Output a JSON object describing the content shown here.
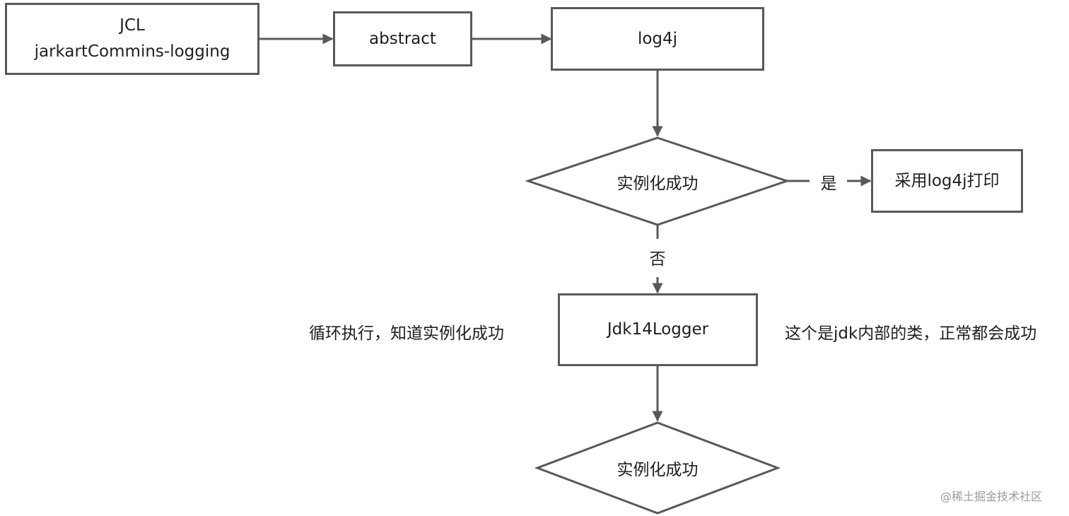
{
  "nodes": {
    "jcl": {
      "line1": "JCL",
      "line2": "jarkartCommins-logging"
    },
    "abstract": {
      "label": "abstract"
    },
    "log4j": {
      "label": "log4j"
    },
    "decision1": {
      "label": "实例化成功"
    },
    "use_log4j": {
      "label": "采用log4j打印"
    },
    "jdk14": {
      "label": "Jdk14Logger"
    },
    "decision2": {
      "label": "实例化成功"
    }
  },
  "edges": {
    "yes_label": "是",
    "no_label": "否"
  },
  "notes": {
    "loop": "循环执行，知道实例化成功",
    "jdk_note": "这个是jdk内部的类，正常都会成功"
  },
  "watermark": "@稀土掘金技术社区",
  "colors": {
    "stroke": "#595959",
    "text": "#1e1e1e",
    "watermark": "#9a9a9a"
  }
}
